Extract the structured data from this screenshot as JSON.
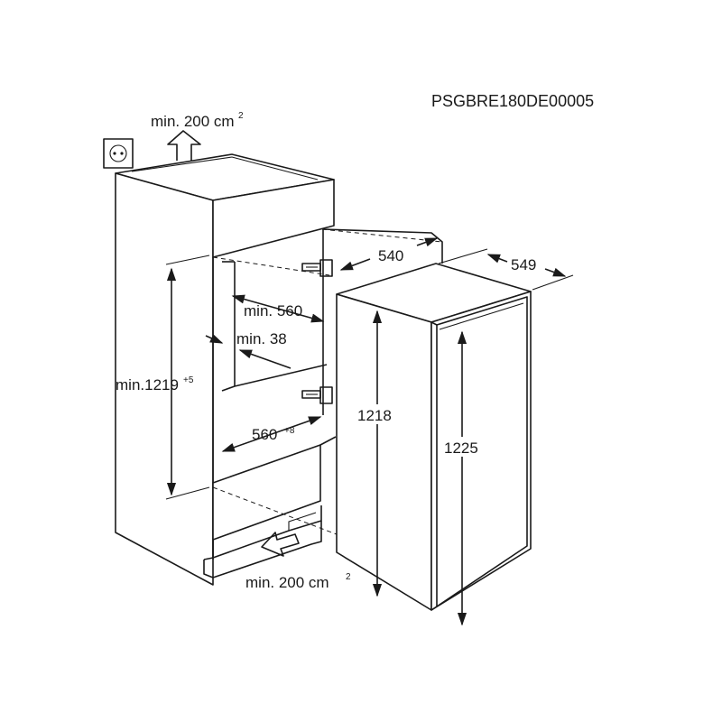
{
  "reference_code": "PSGBRE180DE00005",
  "labels": {
    "vent_top": "min. 200 cm",
    "vent_top_sup": "2",
    "vent_bottom": "min. 200 cm",
    "vent_bottom_sup": "2",
    "niche_height": "min.1219",
    "niche_height_sup": "+5",
    "niche_width": "min. 560",
    "side_wall": "min. 38",
    "niche_depth": "560",
    "niche_depth_sup": "+8",
    "door_depth": "540",
    "appliance_depth": "549",
    "appliance_height_front": "1218",
    "appliance_height_side": "1225"
  },
  "icons": {
    "socket": "power-socket-icon",
    "airflow_up": "airflow-up-arrow-icon",
    "airflow_in": "airflow-in-arrow-icon",
    "hinge": "door-hinge-icon"
  }
}
